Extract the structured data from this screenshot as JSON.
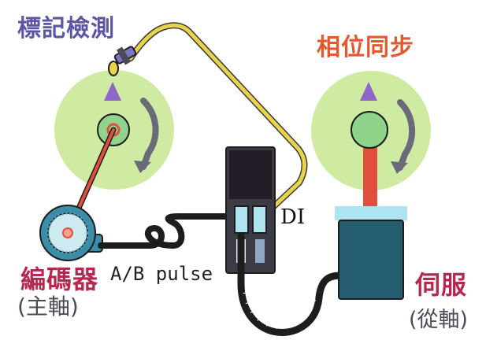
{
  "labels": {
    "mark_detection": "標記檢測",
    "phase_sync": "相位同步",
    "encoder": "編碼器",
    "master_axis": "(主軸)",
    "servo": "伺服",
    "slave_axis": "(從軸)",
    "ab_pulse": "A/B pulse",
    "di": "DI"
  },
  "colors": {
    "disc_fill": "#cfeba1",
    "arrow_marker": "#8e66c8",
    "rotation_arrow": "#6a6a7a",
    "sensor_cable": "#e8d34a",
    "cable_black": "#1d1d1d",
    "drive_body": "#3b3b45",
    "servo_body": "#245c70",
    "servo_flange": "#aee4ef",
    "shaft_red": "#e0503c",
    "encoder_teal": "#3c8ea8",
    "title_purple": "#5b55a6",
    "title_orange": "#e2592e",
    "label_crimson": "#b5284f"
  },
  "icons": [
    "proximity-sensor-icon",
    "rotation-arrow-icon",
    "encoder-icon",
    "servo-drive-icon",
    "servo-motor-icon"
  ]
}
